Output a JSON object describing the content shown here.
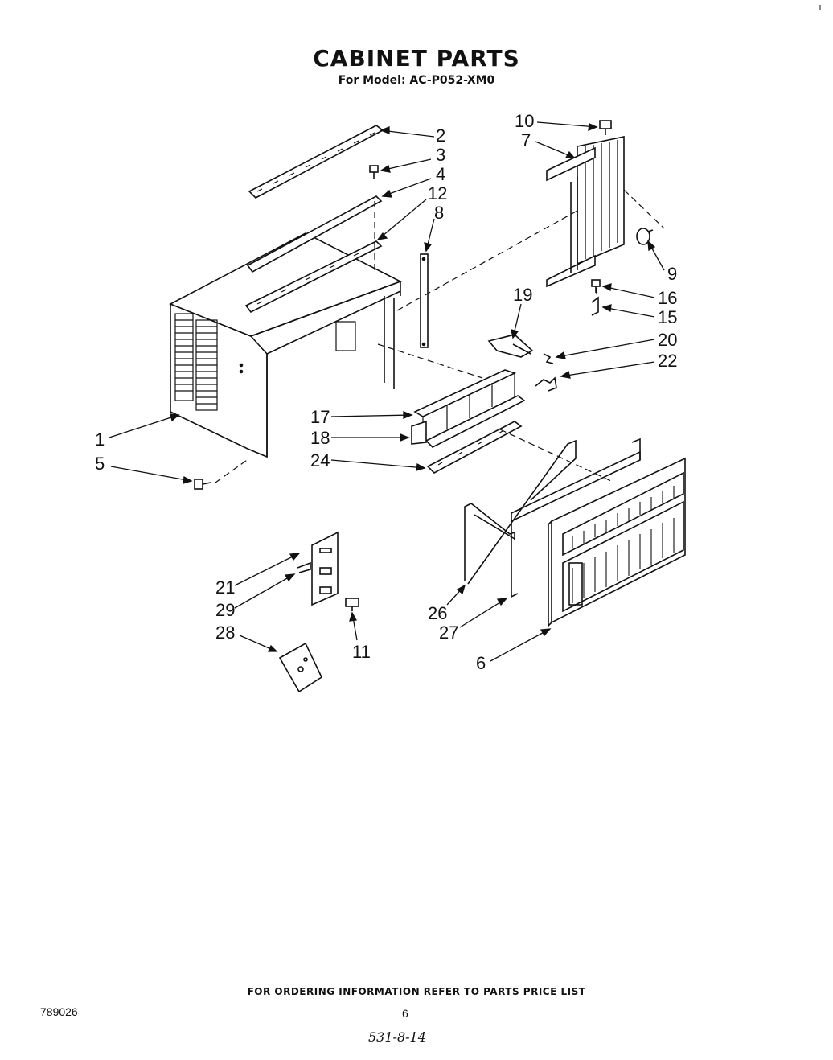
{
  "title": "CABINET PARTS",
  "subtitle": "For Model: AC-P052-XM0",
  "callouts": [
    "1",
    "2",
    "3",
    "4",
    "5",
    "6",
    "7",
    "8",
    "9",
    "10",
    "11",
    "12",
    "15",
    "16",
    "17",
    "18",
    "19",
    "20",
    "21",
    "22",
    "24",
    "26",
    "27",
    "28",
    "29"
  ],
  "footer": "FOR ORDERING INFORMATION REFER TO PARTS PRICE LIST",
  "doc_number": "789026",
  "page_number": "6",
  "handwritten_note": "531-8-14"
}
